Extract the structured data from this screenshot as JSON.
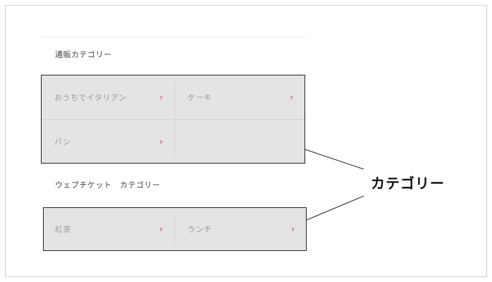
{
  "sections": [
    {
      "title": "通販カテゴリー",
      "items": [
        {
          "label": "おうちでイタリアン",
          "chevron": "›"
        },
        {
          "label": "ケーキ",
          "chevron": "›"
        },
        {
          "label": "パン",
          "chevron": "›"
        },
        {
          "label": "",
          "chevron": ""
        }
      ]
    },
    {
      "title": "ウェブチケット　カテゴリー",
      "items": [
        {
          "label": "紅茶",
          "chevron": "›"
        },
        {
          "label": "ランチ",
          "chevron": "›"
        }
      ]
    }
  ],
  "annotation": {
    "label": "カテゴリー"
  },
  "colors": {
    "highlight_fill": "#e4e4e4",
    "chevron": "#d93a3a",
    "label_text": "#9a9a9a"
  }
}
